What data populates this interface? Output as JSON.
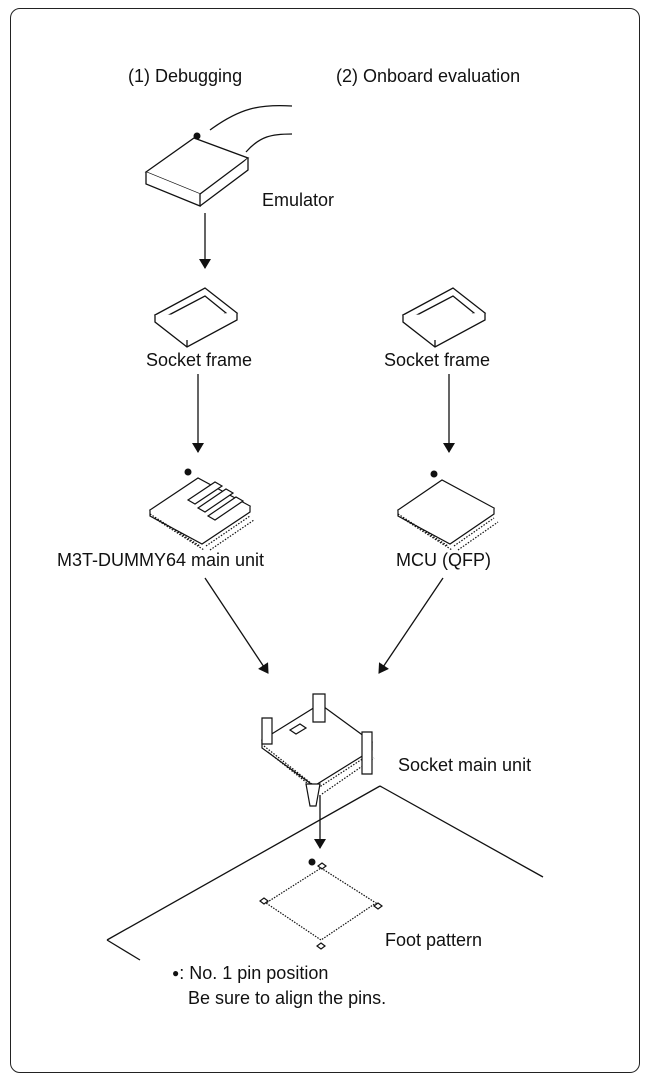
{
  "headings": {
    "debugging": "(1) Debugging",
    "onboard": "(2) Onboard evaluation"
  },
  "labels": {
    "emulator": "Emulator",
    "socket_frame_left": "Socket frame",
    "socket_frame_right": "Socket frame",
    "dummy_unit": "M3T-DUMMY64 main unit",
    "mcu": "MCU (QFP)",
    "socket_main_unit": "Socket main unit",
    "foot_pattern": "Foot pattern"
  },
  "legend": {
    "pin1_marker": "●",
    "pin1_text": ": No. 1 pin position",
    "align_note": "Be sure to align the pins."
  }
}
